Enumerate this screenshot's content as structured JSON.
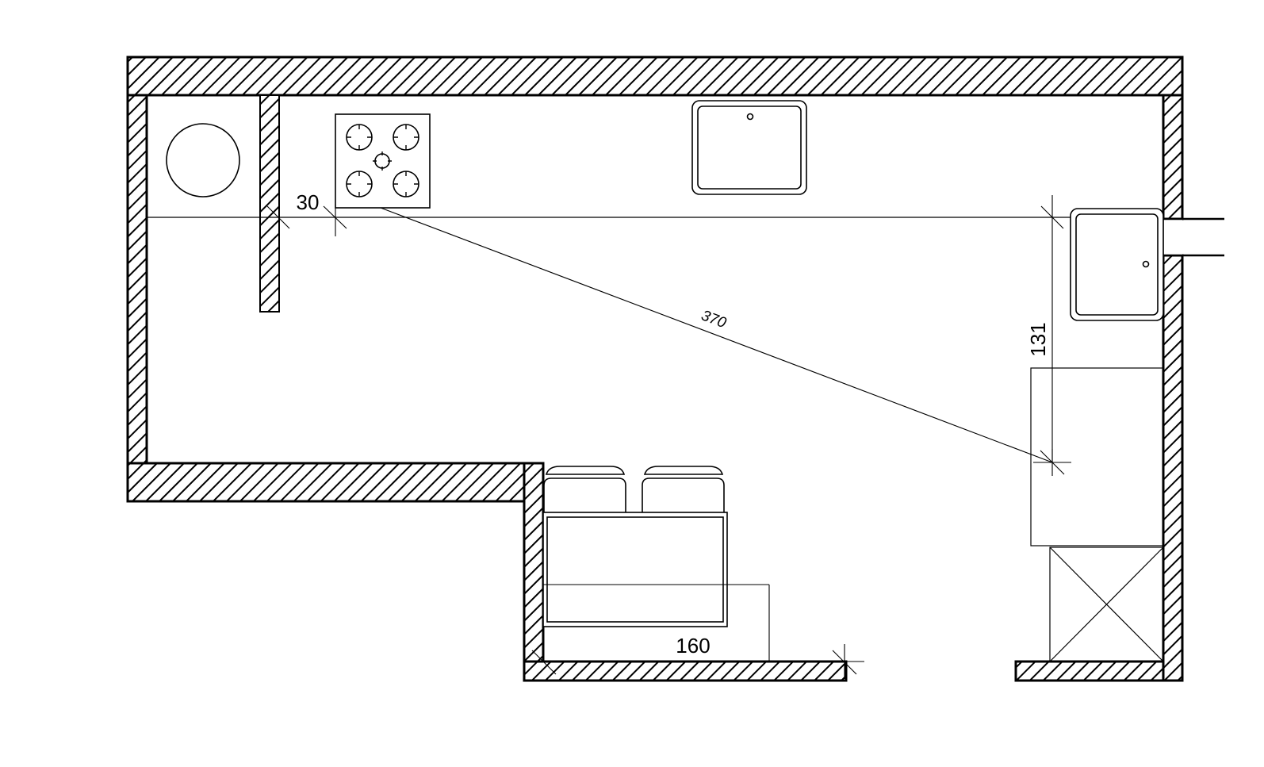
{
  "dimensions": {
    "hob_offset": "30",
    "diagonal": "370",
    "fridge_run": "131",
    "table_width": "160"
  },
  "colors": {
    "line": "#000000",
    "background": "#ffffff"
  }
}
